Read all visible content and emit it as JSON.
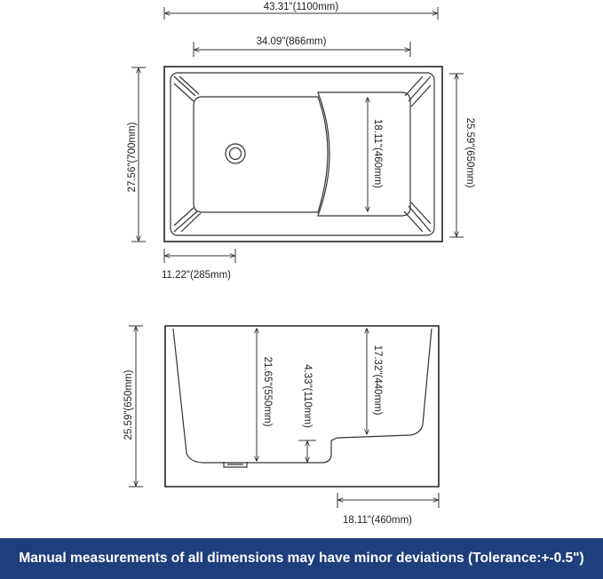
{
  "top_view": {
    "overall_width": "43.31\"(1100mm)",
    "inner_width": "34.09\"(866mm)",
    "overall_depth": "27.56\"(700mm)",
    "inner_depth": "25.59\"(650mm)",
    "seat_width": "18.11\"(460mm)",
    "drain_offset": "11.22\"(285mm)"
  },
  "side_view": {
    "overall_height": "25.59\"(650mm)",
    "inner_depth": "21.65\"(550mm)",
    "step_height": "4.33\"(110mm)",
    "seat_depth": "17.32\"(440mm)",
    "seat_length": "18.11\"(460mm)"
  },
  "footer": {
    "note": "Manual measurements of all dimensions may have minor deviations (Tolerance:+-0.5\")"
  }
}
